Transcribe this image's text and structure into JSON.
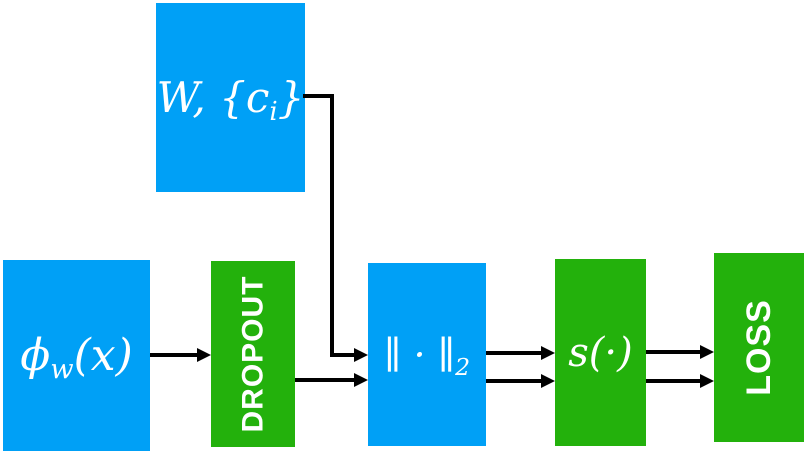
{
  "diagram": {
    "description": "Pipeline block diagram",
    "colors": {
      "node_blue": "#00a0f6",
      "node_green": "#23b10c",
      "arrow_black": "#000000",
      "label_white": "#ffffff"
    },
    "nodes": {
      "codebook": {
        "label_pre": "W, {c",
        "label_sub": "i",
        "label_post": "}"
      },
      "embedding": {
        "label_pre": "ϕ",
        "label_sub": "w",
        "label_post": "(x)"
      },
      "dropout": {
        "label": "DROPOUT"
      },
      "norm": {
        "label_pre": "∥ · ∥",
        "label_sub": "2"
      },
      "similarity": {
        "label": "s(·)"
      },
      "loss": {
        "label": "LOSS"
      }
    },
    "edges": [
      {
        "from": "embedding",
        "to": "dropout",
        "count": 1
      },
      {
        "from": "dropout",
        "to": "norm",
        "count": 1
      },
      {
        "from": "codebook",
        "to": "norm",
        "count": 1
      },
      {
        "from": "norm",
        "to": "similarity",
        "count": 2
      },
      {
        "from": "similarity",
        "to": "loss",
        "count": 2
      }
    ]
  }
}
